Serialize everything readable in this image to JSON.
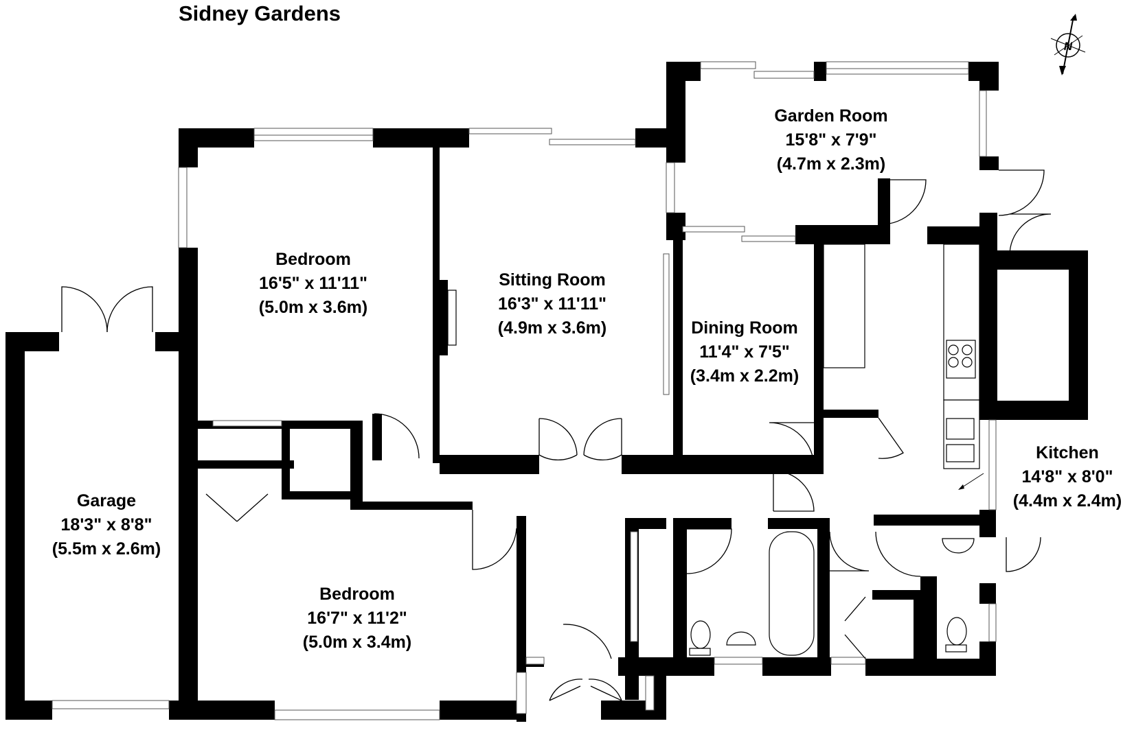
{
  "title": "Sidney Gardens",
  "compass": {
    "letter": "N"
  },
  "rooms": [
    {
      "id": "garden-room",
      "name": "Garden Room",
      "imperial": "15'8\" x 7'9\"",
      "metric": "(4.7m x 2.3m)"
    },
    {
      "id": "bedroom-1",
      "name": "Bedroom",
      "imperial": "16'5\" x 11'11\"",
      "metric": "(5.0m x 3.6m)"
    },
    {
      "id": "sitting-room",
      "name": "Sitting Room",
      "imperial": "16'3\" x 11'11\"",
      "metric": "(4.9m x 3.6m)"
    },
    {
      "id": "dining-room",
      "name": "Dining Room",
      "imperial": "11'4\" x 7'5\"",
      "metric": "(3.4m x 2.2m)"
    },
    {
      "id": "kitchen",
      "name": "Kitchen",
      "imperial": "14'8\" x 8'0\"",
      "metric": "(4.4m x 2.4m)"
    },
    {
      "id": "garage",
      "name": "Garage",
      "imperial": "18'3\" x 8'8\"",
      "metric": "(5.5m x 2.6m)"
    },
    {
      "id": "bedroom-2",
      "name": "Bedroom",
      "imperial": "16'7\" x 11'2\"",
      "metric": "(5.0m x 3.4m)"
    }
  ]
}
